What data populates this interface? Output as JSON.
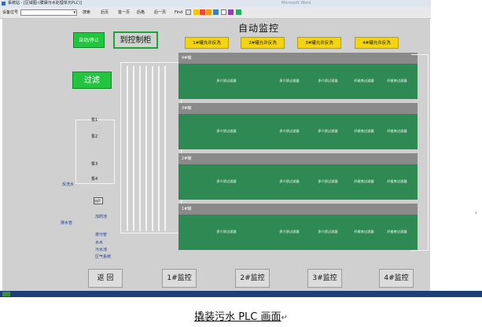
{
  "window": {
    "title": "系统站 - [区域图-(膜袋污水处理单元PLC)]",
    "title_tail": "Microsoft Word"
  },
  "toolbar": {
    "device_label": "设备位号",
    "search": "搜索",
    "back": "后页",
    "first_page": "首一页",
    "prev": "后格",
    "prev_page": "后一页",
    "find": "Find"
  },
  "screen": {
    "title": "自动监控",
    "auto_stop": "自动/停止",
    "to_control_cabinet": "到控制柜",
    "filter": "过滤",
    "backwash": [
      "1#罐允许反洗",
      "2#罐允许反洗",
      "3#罐允许反洗",
      "4#罐允许反洗"
    ],
    "rows": [
      {
        "label": "4#罐",
        "tanks": [
          "多介质过滤器",
          "多介质过滤器",
          "多介质过滤器",
          "纤维束过滤器",
          "纤维束过滤器"
        ]
      },
      {
        "label": "3#罐",
        "tanks": [
          "多介质过滤器",
          "多介质过滤器",
          "多介质过滤器",
          "纤维束过滤器",
          "纤维束过滤器"
        ]
      },
      {
        "label": "2#罐",
        "tanks": [
          "多介质过滤器",
          "多介质过滤器",
          "多介质过滤器",
          "纤维束过滤器",
          "纤维束过滤器"
        ]
      },
      {
        "label": "1#罐",
        "tanks": [
          "多介质过滤器",
          "多介质过滤器",
          "多介质过滤器",
          "纤维束过滤器",
          "纤维束过滤器"
        ]
      }
    ],
    "pumps": [
      "泵1",
      "泵2",
      "泵3",
      "泵4"
    ],
    "valve_label": "加药",
    "side_labels": {
      "backwash_water": "反洗水",
      "drain": "排水管",
      "dosing_tank": "加药池",
      "sewage_pipe": "排污管",
      "main_water": "水水",
      "sewage_tank": "污水池",
      "air_system": "压气系统"
    },
    "nav_buttons": [
      "返 回",
      "1#监控",
      "2#监控",
      "3#监控",
      "4#监控"
    ]
  },
  "caption": {
    "text": "撬装污水 PLC 画面",
    "mark": "↵"
  },
  "colors": {
    "panel": "#d0d0d0",
    "tank_green": "#2e8a52",
    "button_green": "#22c440",
    "wash_yellow": "#f2d415",
    "taskbar": "#1c3f78"
  }
}
